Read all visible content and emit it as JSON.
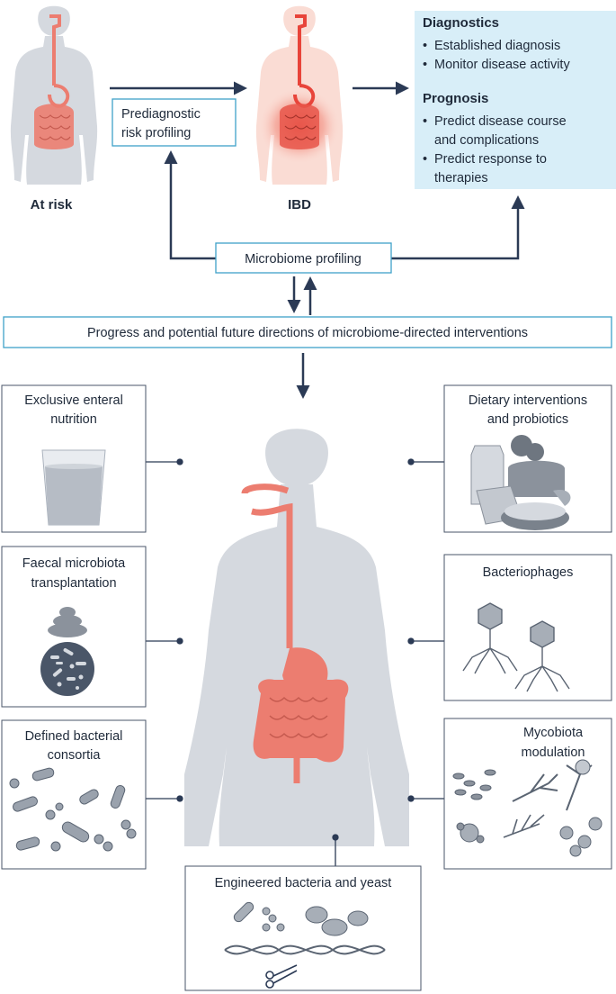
{
  "top": {
    "at_risk_label": "At risk",
    "ibd_label": "IBD",
    "prediagnostic_line1": "Prediagnostic",
    "prediagnostic_line2": "risk profiling",
    "microbiome_profiling": "Microbiome profiling"
  },
  "outcomes": {
    "diagnostics_title": "Diagnostics",
    "diagnostics_items": [
      "Established diagnosis",
      "Monitor disease activity"
    ],
    "prognosis_title": "Prognosis",
    "prognosis_items": [
      [
        "Predict disease course",
        "and complications"
      ],
      [
        "Predict response to",
        "therapies"
      ]
    ]
  },
  "progress_banner": "Progress and potential future directions of microbiome-directed interventions",
  "interventions": {
    "enteral_line1": "Exclusive enteral",
    "enteral_line2": "nutrition",
    "fmt_line1": "Faecal microbiota",
    "fmt_line2": "transplantation",
    "consortia_line1": "Defined bacterial",
    "consortia_line2": "consortia",
    "dietary_line1": "Dietary interventions",
    "dietary_line2": "and probiotics",
    "bacteriophages": "Bacteriophages",
    "mycobiota_line1": "Mycobiota",
    "mycobiota_line2": "modulation",
    "engineered": "Engineered bacteria and yeast"
  },
  "colors": {
    "arrow": "#2b3a55",
    "outcome_panel": "#d8eef8",
    "box_border": "#3fa2c8",
    "body_gray": "#d5d9df",
    "gut_red": "#ec7d70",
    "inflamed": "#e8443a"
  }
}
